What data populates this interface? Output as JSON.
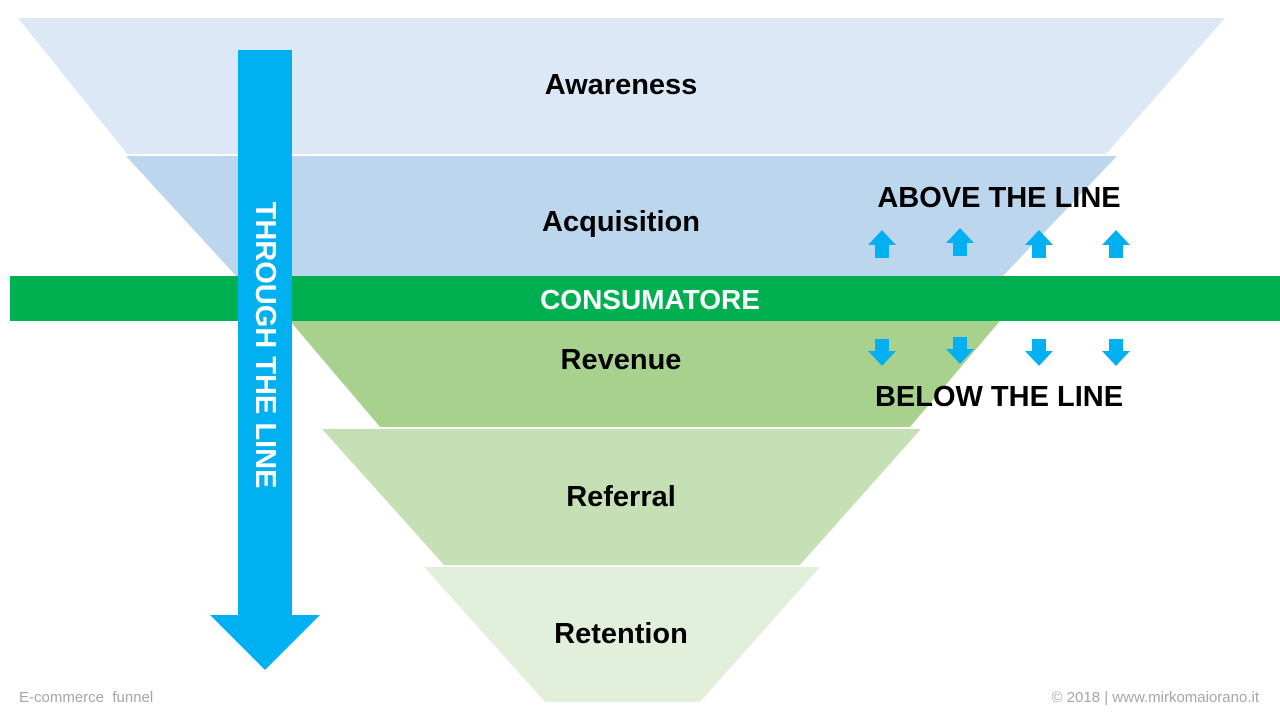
{
  "funnel": {
    "stages": [
      {
        "label": "Awareness",
        "color": "#dce8f5"
      },
      {
        "label": "Acquisition",
        "color": "#bcd6ee"
      },
      {
        "label": "Revenue",
        "color": "#a9d18e"
      },
      {
        "label": "Referral",
        "color": "#c5e0b4"
      },
      {
        "label": "Retention",
        "color": "#e2efda"
      }
    ]
  },
  "band": {
    "label": "CONSUMATORE",
    "color": "#00b050"
  },
  "through_line": {
    "label": "THROUGH THE LINE",
    "color": "#00b0f0"
  },
  "above": {
    "label": "ABOVE THE LINE",
    "arrow_icon": "arrow-up-icon"
  },
  "below": {
    "label": "BELOW THE LINE",
    "arrow_icon": "arrow-down-icon"
  },
  "footer": {
    "left": "E-commerce  funnel",
    "right": "© 2018 | www.mirkomaiorano.it"
  }
}
